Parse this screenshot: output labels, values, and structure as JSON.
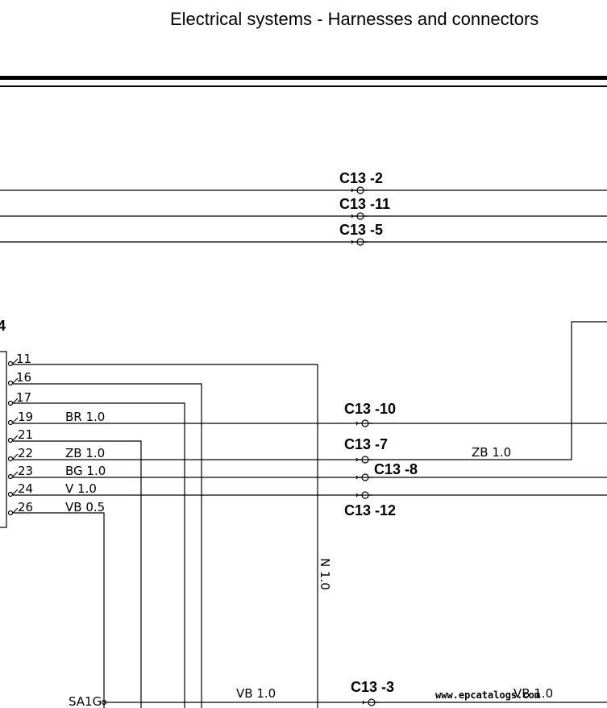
{
  "header": {
    "title": "Electrical systems - Harnesses and connectors"
  },
  "connector_top": [
    {
      "label": "C13 -2"
    },
    {
      "label": "C13 -11"
    },
    {
      "label": "C13 -5"
    }
  ],
  "connector_block": {
    "id_partial": "4",
    "pins": [
      {
        "pin": "11",
        "wire": ""
      },
      {
        "pin": "16",
        "wire": ""
      },
      {
        "pin": "17",
        "wire": ""
      },
      {
        "pin": "19",
        "wire": "BR 1.0"
      },
      {
        "pin": "21",
        "wire": ""
      },
      {
        "pin": "22",
        "wire": "ZB 1.0"
      },
      {
        "pin": "23",
        "wire": "BG 1.0"
      },
      {
        "pin": "24",
        "wire": "V 1.0"
      },
      {
        "pin": "26",
        "wire": "VB 0.5"
      }
    ]
  },
  "connector_mid": [
    {
      "label": "C13 -10"
    },
    {
      "label": "C13 -7"
    },
    {
      "label": "C13 -8"
    },
    {
      "label": "C13 -12"
    }
  ],
  "wire_labels": {
    "zb_right": "ZB 1.0",
    "n_vertical": "N 1.0",
    "vb_bottom_left": "VB 1.0",
    "vb_bottom_right": "VB 1.0"
  },
  "bottom": {
    "ground_label": "SA1G",
    "connector_label": "C13 -3"
  },
  "watermark": "www.epcatalogs.com"
}
